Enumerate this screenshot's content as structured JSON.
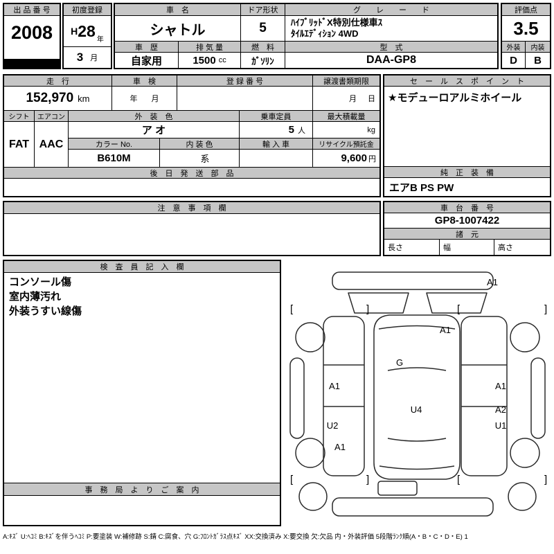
{
  "top": {
    "exhibit": {
      "label": "出 品 番 号",
      "value": "2008"
    },
    "first_reg": {
      "label": "初度登録",
      "era": "H",
      "year": "28",
      "year_unit": "年",
      "month": "3",
      "month_unit": "月"
    },
    "car_name": {
      "label": "車　名",
      "value": "シャトル"
    },
    "doors": {
      "label": "ドア形状",
      "value": "5"
    },
    "grade": {
      "label": "グ　　レ　　ー　　ド",
      "line1": "ﾊｲﾌﾞﾘｯﾄﾞX特別仕様車ｽ",
      "line2": "ﾀｲﾙｴﾃﾞｨｼｮﾝ 4WD"
    },
    "score": {
      "label": "評価点",
      "value": "3.5"
    },
    "history": {
      "label": "車　歴",
      "value": "自家用"
    },
    "displacement": {
      "label": "排 気 量",
      "value": "1500",
      "unit": "cc"
    },
    "fuel": {
      "label": "燃　料",
      "value": "ｶﾞｿﾘﾝ"
    },
    "model_code": {
      "label": "型　式",
      "value": "DAA-GP8"
    },
    "exterior": {
      "label": "外装",
      "value": "D"
    },
    "interior": {
      "label": "内装",
      "value": "B"
    }
  },
  "middle": {
    "mileage": {
      "label": "走　行",
      "value": "152,970",
      "unit": "km"
    },
    "inspection": {
      "label": "車　検",
      "year_unit": "年",
      "month_unit": "月"
    },
    "registration_no": {
      "label": "登 録 番 号",
      "value": ""
    },
    "transfer_deadline": {
      "label": "譲渡書類期限",
      "month_unit": "月",
      "day_unit": "日"
    },
    "sales_point": {
      "label": "セ　ー　ル　ス　ポ　イ　ン　ト",
      "value": "★モデューロアルミホイール"
    },
    "shift": {
      "label": "シフト",
      "value": "FAT"
    },
    "aircon": {
      "label": "エアコン",
      "value": "AAC"
    },
    "exterior_color": {
      "label": "外　装　色",
      "value": "ア オ"
    },
    "capacity": {
      "label": "乗車定員",
      "value": "5",
      "unit": "人"
    },
    "max_load": {
      "label": "最大積載量",
      "unit": "kg"
    },
    "color_no": {
      "label": "カラー No.",
      "value": "B610M"
    },
    "interior_color": {
      "label": "内 装 色",
      "value": "系"
    },
    "import_car": {
      "label": "輸 入 車",
      "value": ""
    },
    "recycle_deposit": {
      "label": "リサイクル預託金",
      "value": "9,600",
      "unit": "円"
    },
    "later_parts": {
      "label": "後　日　発　送　部　品"
    },
    "genuine_equipment": {
      "label": "純　正　装　備",
      "value": "エアB PS PW"
    }
  },
  "bottom": {
    "caution": {
      "label": "注　意　事　項　欄"
    },
    "chassis": {
      "label": "車　台　番　号",
      "value": "GP8-1007422"
    },
    "specs": {
      "label": "諸　元",
      "length_label": "長さ",
      "width_label": "幅",
      "height_label": "高さ"
    }
  },
  "inspector": {
    "label": "検　査　員　記　入　欄",
    "notes": [
      "コンソール傷",
      "室内薄汚れ",
      "外装うすい線傷"
    ],
    "office_label": "事　務　局　よ　り　ご　案　内"
  },
  "diagram": {
    "bracket_open": "[",
    "bracket_close": "]",
    "markers": [
      {
        "code": "A1"
      },
      {
        "code": "A1"
      },
      {
        "code": "G"
      },
      {
        "code": "A1"
      },
      {
        "code": "A1"
      },
      {
        "code": "U4"
      },
      {
        "code": "A2"
      },
      {
        "code": "U2"
      },
      {
        "code": "U1"
      },
      {
        "code": "A1"
      }
    ]
  },
  "footer": {
    "legend": "A:ｷｽﾞ U:ﾍｺﾐ B:ｷｽﾞを伴うﾍｺﾐ P:要塗装 W:補修跡 S:錆 C:腐食、穴 G:ﾌﾛﾝﾄｶﾞﾗｽ点ｷｽﾞ XX:交換済み X:要交換 欠:欠品 内・外装評価 5段階ﾗﾝｸ順(A・B・C・D・E) 1"
  }
}
